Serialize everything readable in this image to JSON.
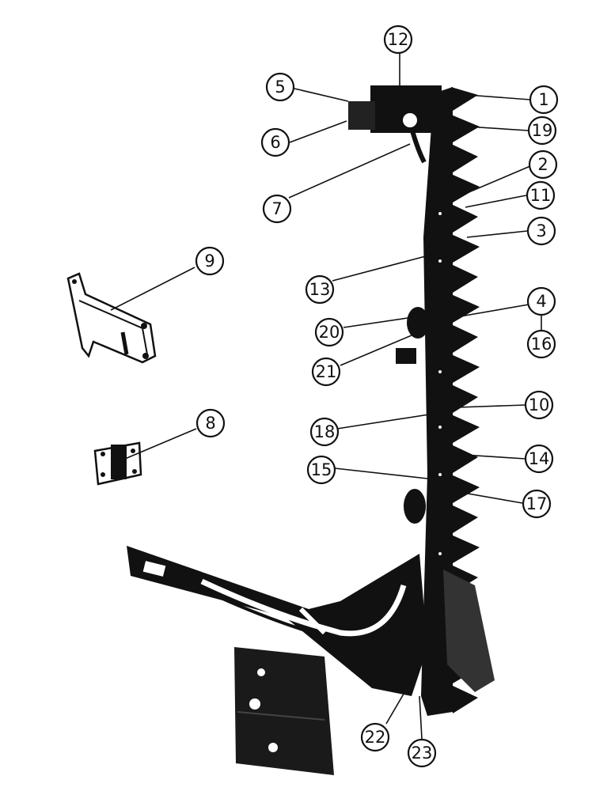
{
  "figure": {
    "callouts": [
      {
        "id": "c1",
        "label": "1"
      },
      {
        "id": "c2",
        "label": "2"
      },
      {
        "id": "c3",
        "label": "3"
      },
      {
        "id": "c4",
        "label": "4"
      },
      {
        "id": "c5",
        "label": "5"
      },
      {
        "id": "c6",
        "label": "6"
      },
      {
        "id": "c7",
        "label": "7"
      },
      {
        "id": "c8",
        "label": "8"
      },
      {
        "id": "c9",
        "label": "9"
      },
      {
        "id": "c10",
        "label": "10"
      },
      {
        "id": "c11",
        "label": "11"
      },
      {
        "id": "c12",
        "label": "12"
      },
      {
        "id": "c13",
        "label": "13"
      },
      {
        "id": "c14",
        "label": "14"
      },
      {
        "id": "c15",
        "label": "15"
      },
      {
        "id": "c16",
        "label": "16"
      },
      {
        "id": "c17",
        "label": "17"
      },
      {
        "id": "c18",
        "label": "18"
      },
      {
        "id": "c19",
        "label": "19"
      },
      {
        "id": "c20",
        "label": "20"
      },
      {
        "id": "c21",
        "label": "21"
      },
      {
        "id": "c22",
        "label": "22"
      },
      {
        "id": "c23",
        "label": "23"
      }
    ]
  }
}
